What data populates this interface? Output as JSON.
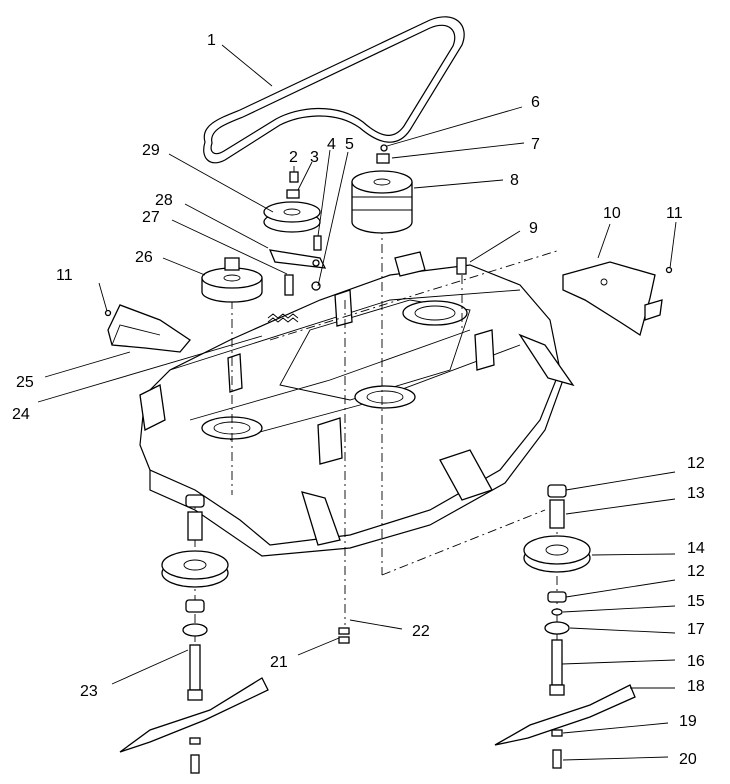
{
  "figure": {
    "callouts": [
      {
        "id": "c1",
        "text": "1"
      },
      {
        "id": "c2",
        "text": "2"
      },
      {
        "id": "c3",
        "text": "3"
      },
      {
        "id": "c4",
        "text": "4"
      },
      {
        "id": "c5",
        "text": "5"
      },
      {
        "id": "c6",
        "text": "6"
      },
      {
        "id": "c7",
        "text": "7"
      },
      {
        "id": "c8",
        "text": "8"
      },
      {
        "id": "c9",
        "text": "9"
      },
      {
        "id": "c10",
        "text": "10"
      },
      {
        "id": "c11a",
        "text": "11"
      },
      {
        "id": "c11b",
        "text": "11"
      },
      {
        "id": "c12a",
        "text": "12"
      },
      {
        "id": "c12b",
        "text": "12"
      },
      {
        "id": "c13",
        "text": "13"
      },
      {
        "id": "c14",
        "text": "14"
      },
      {
        "id": "c15",
        "text": "15"
      },
      {
        "id": "c16",
        "text": "16"
      },
      {
        "id": "c17",
        "text": "17"
      },
      {
        "id": "c18",
        "text": "18"
      },
      {
        "id": "c19",
        "text": "19"
      },
      {
        "id": "c20",
        "text": "20"
      },
      {
        "id": "c21",
        "text": "21"
      },
      {
        "id": "c22",
        "text": "22"
      },
      {
        "id": "c23",
        "text": "23"
      },
      {
        "id": "c24",
        "text": "24"
      },
      {
        "id": "c25",
        "text": "25"
      },
      {
        "id": "c26",
        "text": "26"
      },
      {
        "id": "c27",
        "text": "27"
      },
      {
        "id": "c28",
        "text": "28"
      },
      {
        "id": "c29",
        "text": "29"
      }
    ]
  }
}
